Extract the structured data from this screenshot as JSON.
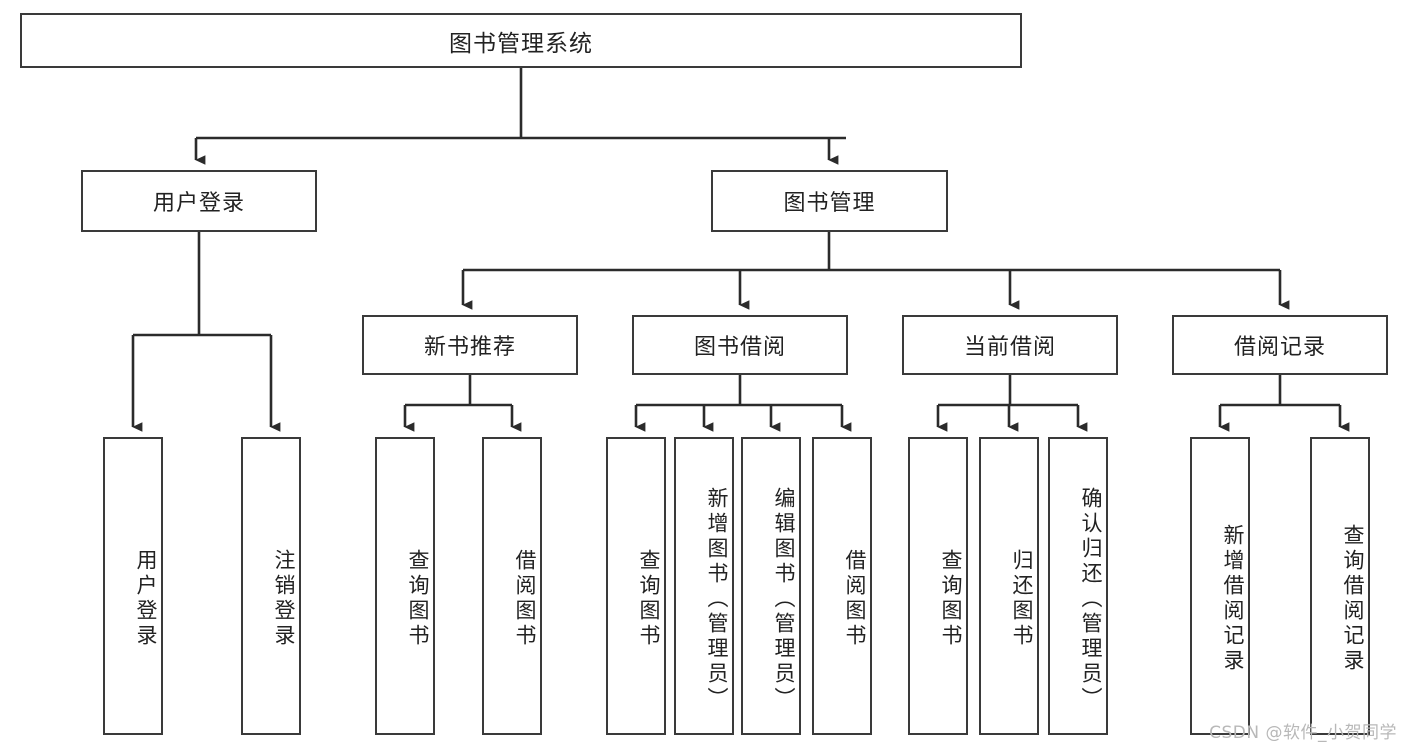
{
  "diagram": {
    "title": "图书管理系统",
    "type": "功能结构图",
    "style": {
      "box_border": "#3a3a3a",
      "box_fill": "#ffffff",
      "line": "#2b2b2b",
      "text": "#222222",
      "watermark": "#b8b8b8"
    }
  },
  "watermark": {
    "text": "CSDN @软件_小贺同学"
  },
  "nodes": {
    "root": {
      "label": "图书管理系统"
    },
    "level2": [
      {
        "id": "user-login",
        "label": "用户登录"
      },
      {
        "id": "book-manage",
        "label": "图书管理"
      }
    ],
    "level3": [
      {
        "id": "new-book-recommend",
        "label": "新书推荐"
      },
      {
        "id": "book-borrow",
        "label": "图书借阅"
      },
      {
        "id": "current-borrow",
        "label": "当前借阅"
      },
      {
        "id": "borrow-record",
        "label": "借阅记录"
      }
    ],
    "leaves": {
      "user_login": [
        {
          "id": "leaf-user-login",
          "label": "用户登录"
        },
        {
          "id": "leaf-user-logout",
          "label": "注销登录"
        }
      ],
      "new_book_recommend": [
        {
          "id": "leaf-query-book-1",
          "label": "查询图书"
        },
        {
          "id": "leaf-borrow-book-1",
          "label": "借阅图书"
        }
      ],
      "book_borrow": [
        {
          "id": "leaf-query-book-2",
          "label": "查询图书"
        },
        {
          "id": "leaf-add-book",
          "label": "新增图书（管理员）"
        },
        {
          "id": "leaf-edit-book",
          "label": "编辑图书（管理员）"
        },
        {
          "id": "leaf-borrow-book-2",
          "label": "借阅图书"
        }
      ],
      "current_borrow": [
        {
          "id": "leaf-query-book-3",
          "label": "查询图书"
        },
        {
          "id": "leaf-return-book",
          "label": "归还图书"
        },
        {
          "id": "leaf-confirm-return",
          "label": "确认归还（管理员）"
        }
      ],
      "borrow_record": [
        {
          "id": "leaf-add-record",
          "label": "新增借阅记录"
        },
        {
          "id": "leaf-query-record",
          "label": "查询借阅记录"
        }
      ]
    }
  },
  "chart_data": {
    "type": "table",
    "title": "图书管理系统 功能结构图",
    "tree": {
      "name": "图书管理系统",
      "children": [
        {
          "name": "用户登录",
          "children": [
            {
              "name": "用户登录"
            },
            {
              "name": "注销登录"
            }
          ]
        },
        {
          "name": "图书管理",
          "children": [
            {
              "name": "新书推荐",
              "children": [
                {
                  "name": "查询图书"
                },
                {
                  "name": "借阅图书"
                }
              ]
            },
            {
              "name": "图书借阅",
              "children": [
                {
                  "name": "查询图书"
                },
                {
                  "name": "新增图书（管理员）"
                },
                {
                  "name": "编辑图书（管理员）"
                },
                {
                  "name": "借阅图书"
                }
              ]
            },
            {
              "name": "当前借阅",
              "children": [
                {
                  "name": "查询图书"
                },
                {
                  "name": "归还图书"
                },
                {
                  "name": "确认归还（管理员）"
                }
              ]
            },
            {
              "name": "借阅记录",
              "children": [
                {
                  "name": "新增借阅记录"
                },
                {
                  "name": "查询借阅记录"
                }
              ]
            }
          ]
        }
      ]
    }
  }
}
